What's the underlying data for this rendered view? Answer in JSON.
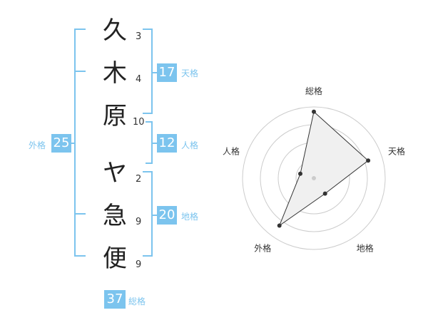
{
  "name_chars": [
    {
      "char": "久",
      "strokes": "3"
    },
    {
      "char": "木",
      "strokes": "4"
    },
    {
      "char": "原",
      "strokes": "10"
    },
    {
      "char": "ヤ",
      "strokes": "2"
    },
    {
      "char": "急",
      "strokes": "9"
    },
    {
      "char": "便",
      "strokes": "9"
    }
  ],
  "kakusu": {
    "tenkaku": {
      "value": "17",
      "label": "天格"
    },
    "jinkaku": {
      "value": "12",
      "label": "人格"
    },
    "chikaku": {
      "value": "20",
      "label": "地格"
    },
    "gaikaku": {
      "value": "25",
      "label": "外格"
    },
    "soukaku": {
      "value": "37",
      "label": "総格"
    }
  },
  "colors": {
    "accent": "#7cc4ee",
    "radar_fill": "#f0f0f0",
    "radar_ring": "#cccccc"
  },
  "chart_data": {
    "type": "radar",
    "axes": [
      "総格",
      "天格",
      "地格",
      "外格",
      "人格"
    ],
    "values": [
      4.2,
      3.6,
      1.2,
      3.7,
      0.9
    ],
    "max": 4.5,
    "rings": 4
  }
}
